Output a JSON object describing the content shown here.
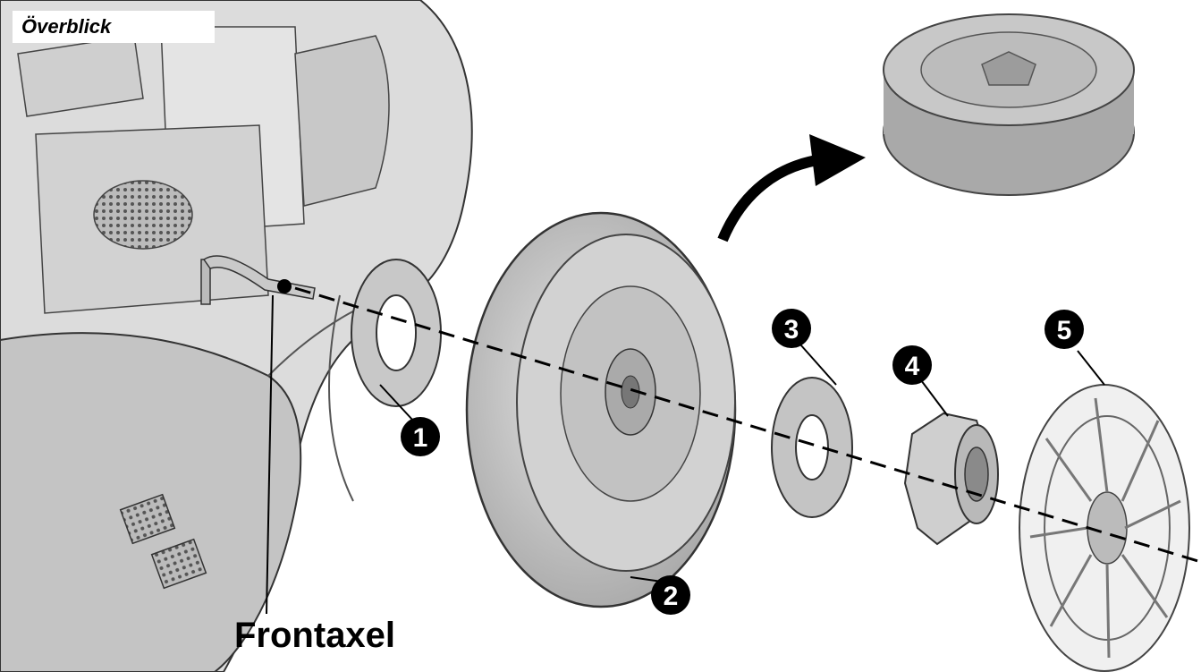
{
  "header": {
    "title": "Överblick"
  },
  "labels": {
    "axle": "Frontaxel"
  },
  "callouts": [
    {
      "number": "1",
      "part": "inner-washer"
    },
    {
      "number": "2",
      "part": "wheel"
    },
    {
      "number": "3",
      "part": "washer"
    },
    {
      "number": "4",
      "part": "lock-nut"
    },
    {
      "number": "5",
      "part": "hubcap"
    }
  ],
  "colors": {
    "line": "#000000",
    "part_fill": "#d9d9d9",
    "part_dark": "#9a9a9a",
    "background": "#ffffff"
  }
}
